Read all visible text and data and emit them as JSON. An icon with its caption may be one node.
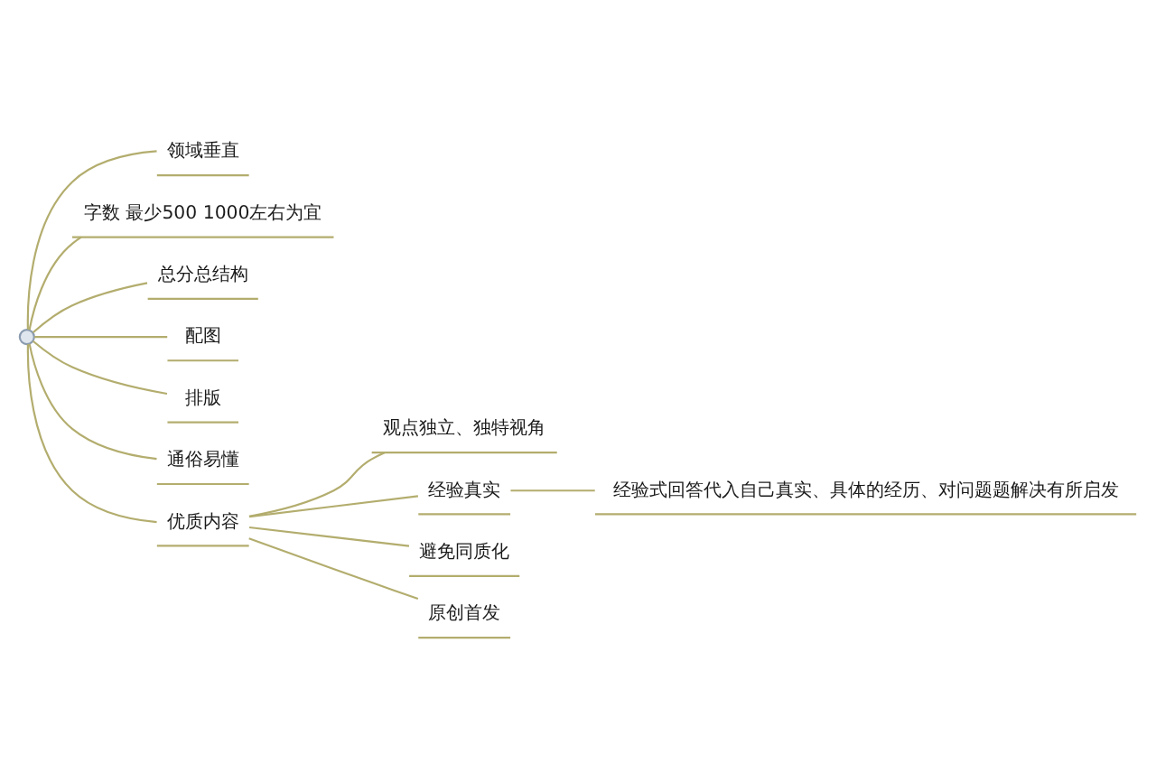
{
  "diagram": {
    "nodes": [
      {
        "text": [],
        "shape": "circle"
      },
      {
        "text": [
          "领域垂直"
        ]
      },
      {
        "text": [
          "字数 最少500 1000左右为宜"
        ]
      },
      {
        "text": [
          "总分总结构"
        ]
      },
      {
        "text": [
          "配图"
        ]
      },
      {
        "text": [
          "排版"
        ]
      },
      {
        "text": [
          "通俗易懂"
        ]
      },
      {
        "text": [
          "优质内容"
        ]
      },
      {
        "text": [
          "观点独立、独特视角"
        ]
      },
      {
        "text": [
          "经验真实"
        ]
      },
      {
        "text": [
          "避免同质化"
        ]
      },
      {
        "text": [
          "原创首发"
        ]
      },
      {
        "text": [
          "经验式回答代入自己真实、具体的经历、对问题题解决有所启发"
        ]
      }
    ],
    "edges": [
      {
        "from": 0,
        "to": 1,
        "arrow": "none"
      },
      {
        "from": 0,
        "to": 2,
        "arrow": "none"
      },
      {
        "from": 0,
        "to": 3,
        "arrow": "none"
      },
      {
        "from": 0,
        "to": 4,
        "arrow": "none"
      },
      {
        "from": 0,
        "to": 5,
        "arrow": "none"
      },
      {
        "from": 0,
        "to": 6,
        "arrow": "none"
      },
      {
        "from": 0,
        "to": 7,
        "arrow": "none"
      },
      {
        "from": 7,
        "to": 8,
        "arrow": "none"
      },
      {
        "from": 7,
        "to": 9,
        "arrow": "none"
      },
      {
        "from": 7,
        "to": 10,
        "arrow": "none"
      },
      {
        "from": 7,
        "to": 11,
        "arrow": "none"
      },
      {
        "from": 9,
        "to": 12,
        "arrow": "none"
      }
    ]
  }
}
